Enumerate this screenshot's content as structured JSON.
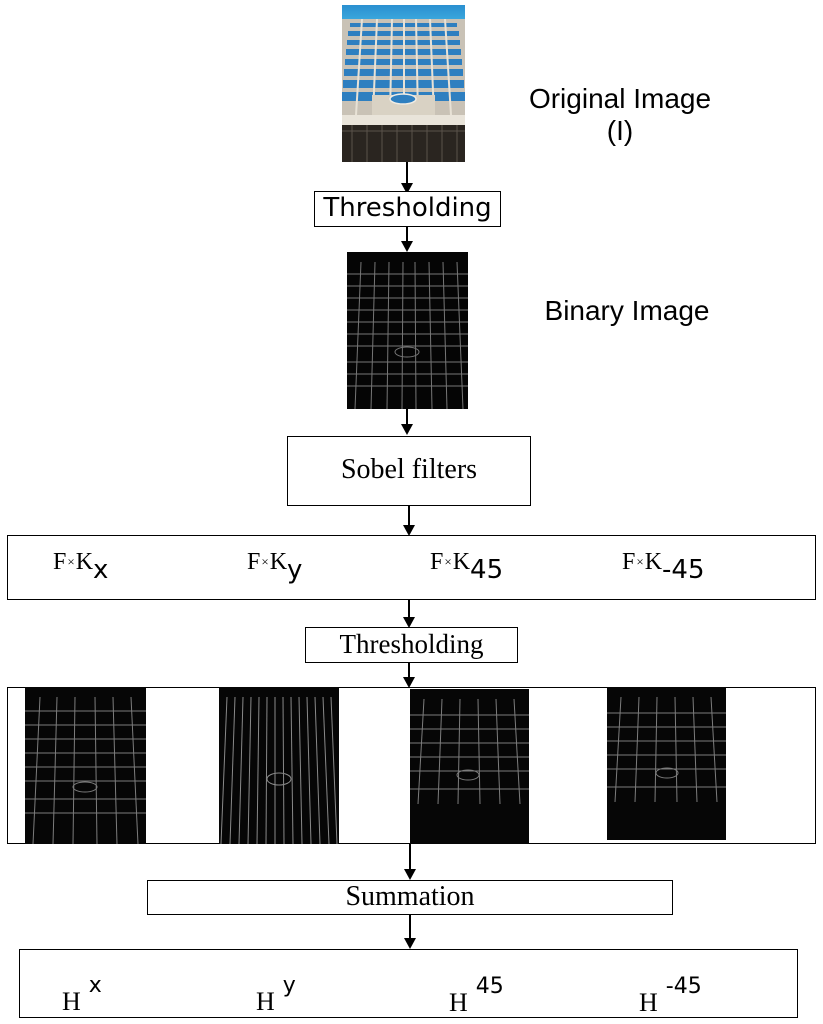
{
  "original_image_label": "Original Image",
  "original_image_symbol": "(I)",
  "threshold_label_1": "Thresholding",
  "binary_image_label": "Binary Image",
  "sobel_label": "Sobel filters",
  "filters": [
    {
      "base": "F",
      "op": "×",
      "kernel": "K",
      "sub": "x"
    },
    {
      "base": "F",
      "op": "×",
      "kernel": "K",
      "sub": "y"
    },
    {
      "base": "F",
      "op": "×",
      "kernel": "K",
      "sub": "45"
    },
    {
      "base": "F",
      "op": "×",
      "kernel": "K",
      "sub": "-45"
    }
  ],
  "threshold_label_2": "Thresholding",
  "summation_label": "Summation",
  "histograms": [
    {
      "base": "H",
      "sup": "x"
    },
    {
      "base": "H",
      "sup": "y"
    },
    {
      "base": "H",
      "sup": "45"
    },
    {
      "base": "H",
      "sup": "-45"
    }
  ]
}
